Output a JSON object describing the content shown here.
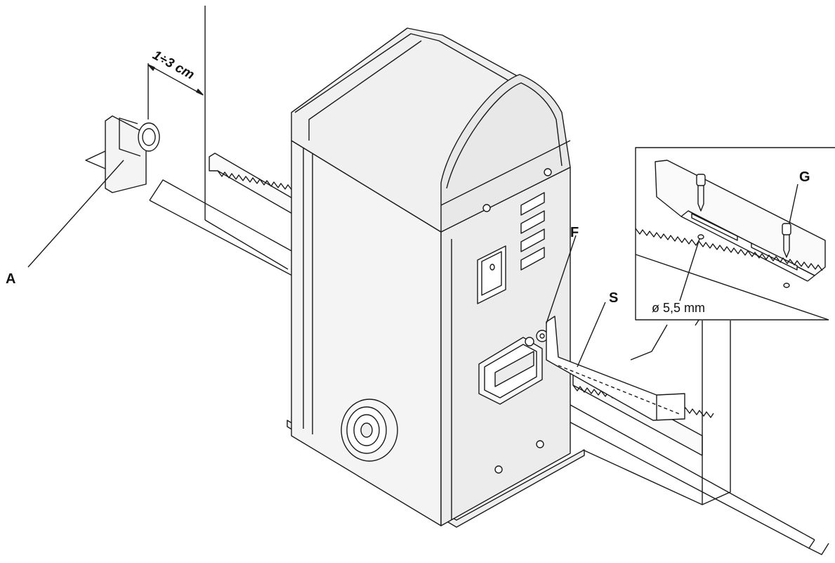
{
  "labels": {
    "a": "A",
    "f": "F",
    "s": "S",
    "g": "G",
    "dimension": "1÷3 cm",
    "hole_diameter": "ø 5,5 mm"
  },
  "colors": {
    "line": "#1a1a1a",
    "body_fill": "#f2f2f2",
    "shade_fill": "#e4e4e4"
  }
}
